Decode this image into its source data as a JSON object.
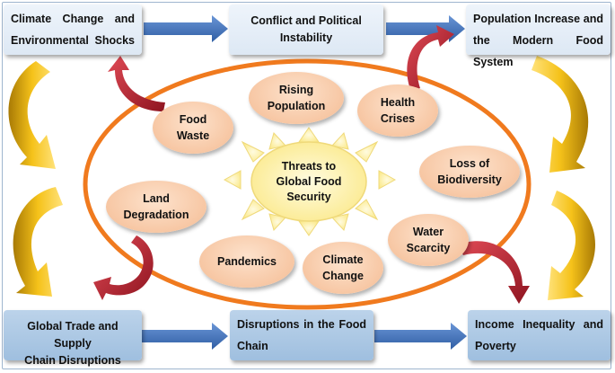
{
  "center": {
    "label": "Threats to\nGlobal Food\nSecurity"
  },
  "outer_boxes": [
    {
      "id": "climate",
      "line1": "Climate Change and",
      "line2": "Environmental Shocks"
    },
    {
      "id": "conflict",
      "line1": "Conflict and Political",
      "line2": "Instability"
    },
    {
      "id": "population",
      "line1": "Population Increase and",
      "line2": "the Modern Food System"
    },
    {
      "id": "trade",
      "line1": "Global Trade and Supply",
      "line2": "Chain Disruptions"
    },
    {
      "id": "disruptions",
      "line1": "Disruptions in the Food",
      "line2": "Chain"
    },
    {
      "id": "income",
      "line1": "Income Inequality and",
      "line2": "Poverty"
    }
  ],
  "threats": [
    {
      "id": "rising-population",
      "label": "Rising\nPopulation"
    },
    {
      "id": "health-crises",
      "label": "Health\nCrises"
    },
    {
      "id": "food-waste",
      "label": "Food\nWaste"
    },
    {
      "id": "loss-of-biodiversity",
      "label": "Loss of\nBiodiversity"
    },
    {
      "id": "land-degradation",
      "label": "Land\nDegradation"
    },
    {
      "id": "water-scarcity",
      "label": "Water\nScarcity"
    },
    {
      "id": "pandemics",
      "label": "Pandemics"
    },
    {
      "id": "climate-change",
      "label": "Climate\nChange"
    }
  ],
  "colors": {
    "ring": "#f07a1e",
    "sun": "#fdf2a4",
    "blue_arrow": "#3e6fb6",
    "gold_arrow": "#f2b10d",
    "red_arrow": "#b41f2b",
    "box_light": "#e6eef8",
    "box_dark": "#a9c6e3",
    "oval_fill": "#f7c7a4"
  }
}
